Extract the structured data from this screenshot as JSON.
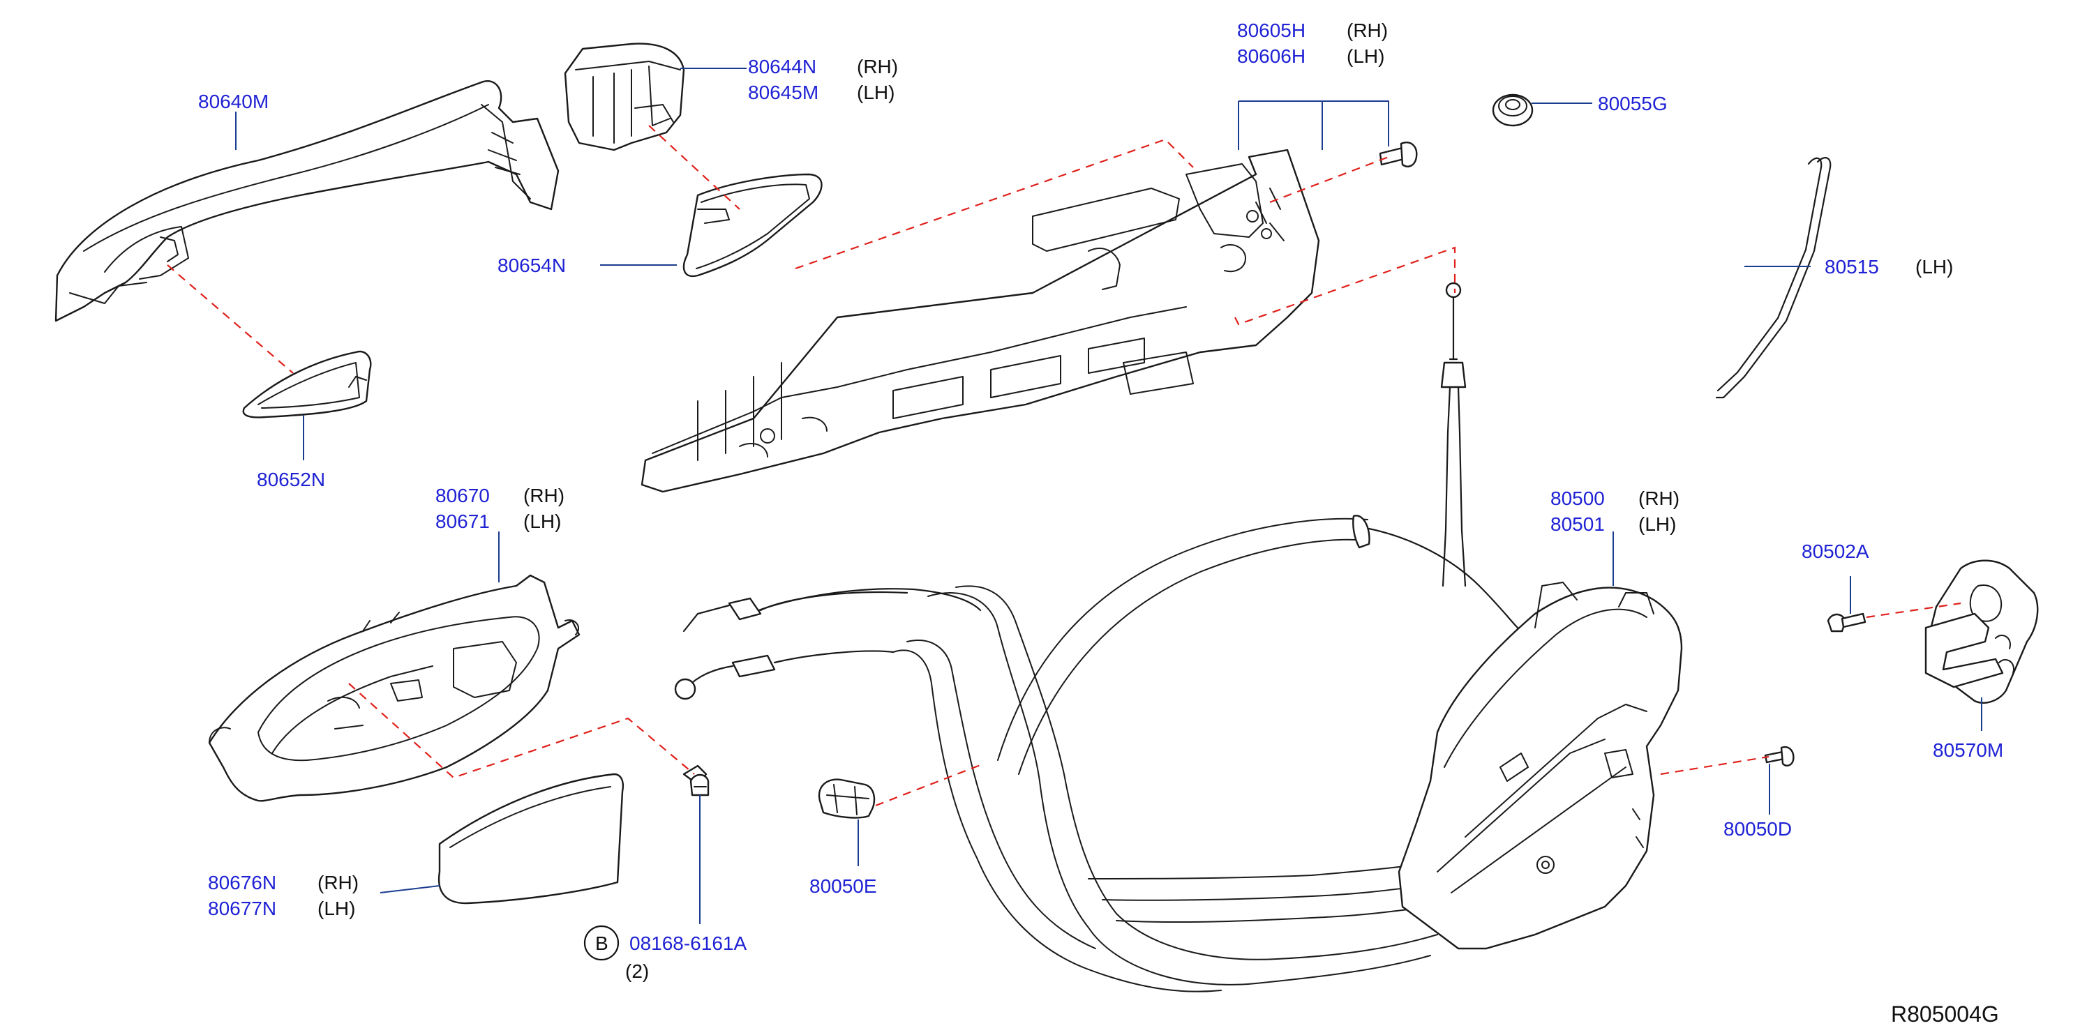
{
  "parts": {
    "p80640M": {
      "number": "80640M"
    },
    "p80644N": {
      "number": "80644N",
      "side": "(RH)"
    },
    "p80645M": {
      "number": "80645M",
      "side": "(LH)"
    },
    "p80605H": {
      "number": "80605H",
      "side": "(RH)"
    },
    "p80606H": {
      "number": "80606H",
      "side": "(LH)"
    },
    "p80055G": {
      "number": "80055G"
    },
    "p80654N": {
      "number": "80654N"
    },
    "p80515": {
      "number": "80515",
      "side": "(LH)"
    },
    "p80652N": {
      "number": "80652N"
    },
    "p80670": {
      "number": "80670",
      "side": "(RH)"
    },
    "p80671": {
      "number": "80671",
      "side": "(LH)"
    },
    "p80500": {
      "number": "80500",
      "side": "(RH)"
    },
    "p80501": {
      "number": "80501",
      "side": "(LH)"
    },
    "p80502A": {
      "number": "80502A"
    },
    "p80570M": {
      "number": "80570M"
    },
    "p80050D": {
      "number": "80050D"
    },
    "p80050E": {
      "number": "80050E"
    },
    "p80676N": {
      "number": "80676N",
      "side": "(RH)"
    },
    "p80677N": {
      "number": "80677N",
      "side": "(LH)"
    },
    "p08168": {
      "number": "08168-6161A",
      "circle_letter": "B",
      "quantity": "(2)"
    }
  },
  "diagram_ref": "R805004G",
  "colors": {
    "part_number": "#1f22d4",
    "leader": "#1a3d8f",
    "dashed_guide": "#e0201b",
    "linework": "#1a1a1a"
  }
}
